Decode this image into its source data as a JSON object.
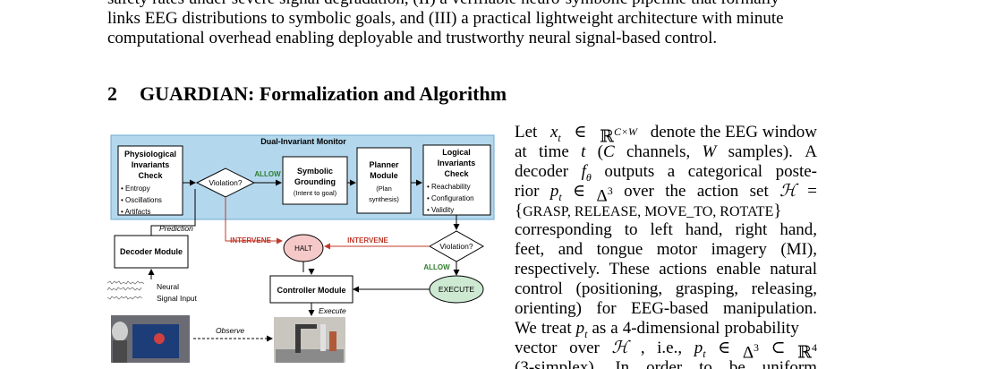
{
  "intro_lines": [
    "safety rates under severe signal degradation, (II) a verifiable neuro-symbolic pipeline that formally",
    "links EEG distributions to symbolic goals, and (III) a practical lightweight architecture with minute",
    "computational overhead enabling deployable and trustworthy neural signal-based control."
  ],
  "section": {
    "number": "2",
    "title": "GUARDIAN: Formalization and Algorithm"
  },
  "figure": {
    "monitor_title": "Dual-Invariant Monitor",
    "physio_title": [
      "Physiological",
      "Invariants",
      "Check"
    ],
    "physio_items": [
      "• Entropy",
      "• Oscillations",
      "• Artifacts"
    ],
    "violation_label": "Violation?",
    "allow_label": "ALLOW",
    "grounding_title": [
      "Symbolic",
      "Grounding"
    ],
    "grounding_sub": "(Intent to goal)",
    "planner_title": [
      "Planner",
      "Module"
    ],
    "planner_sub": [
      "(Plan",
      "synthesis)"
    ],
    "logical_title": [
      "Logical",
      "Invariants",
      "Check"
    ],
    "logical_items": [
      "• Reachability",
      "• Configuration",
      "• Validity"
    ],
    "prediction_label": "Prediction",
    "decoder_label": "Decoder Module",
    "intervene_label": "INTERVENE",
    "halt_label": "HALT",
    "violation2_label": "Violation?",
    "allow2_label": "ALLOW",
    "neural_label": [
      "Neural",
      "Signal Input"
    ],
    "controller_label": "Controller Module",
    "execute_node_label": "EXECUTE",
    "execute_label": "Execute",
    "observe_label": "Observe"
  },
  "colors": {
    "monitor_fill": "#b3d8ee",
    "monitor_border": "#6fa8d0",
    "allow_green": "#2f7d2f",
    "intervene_red": "#c0392b",
    "halt_fill": "#f6c9c9",
    "execute_fill": "#cde9d2"
  }
}
